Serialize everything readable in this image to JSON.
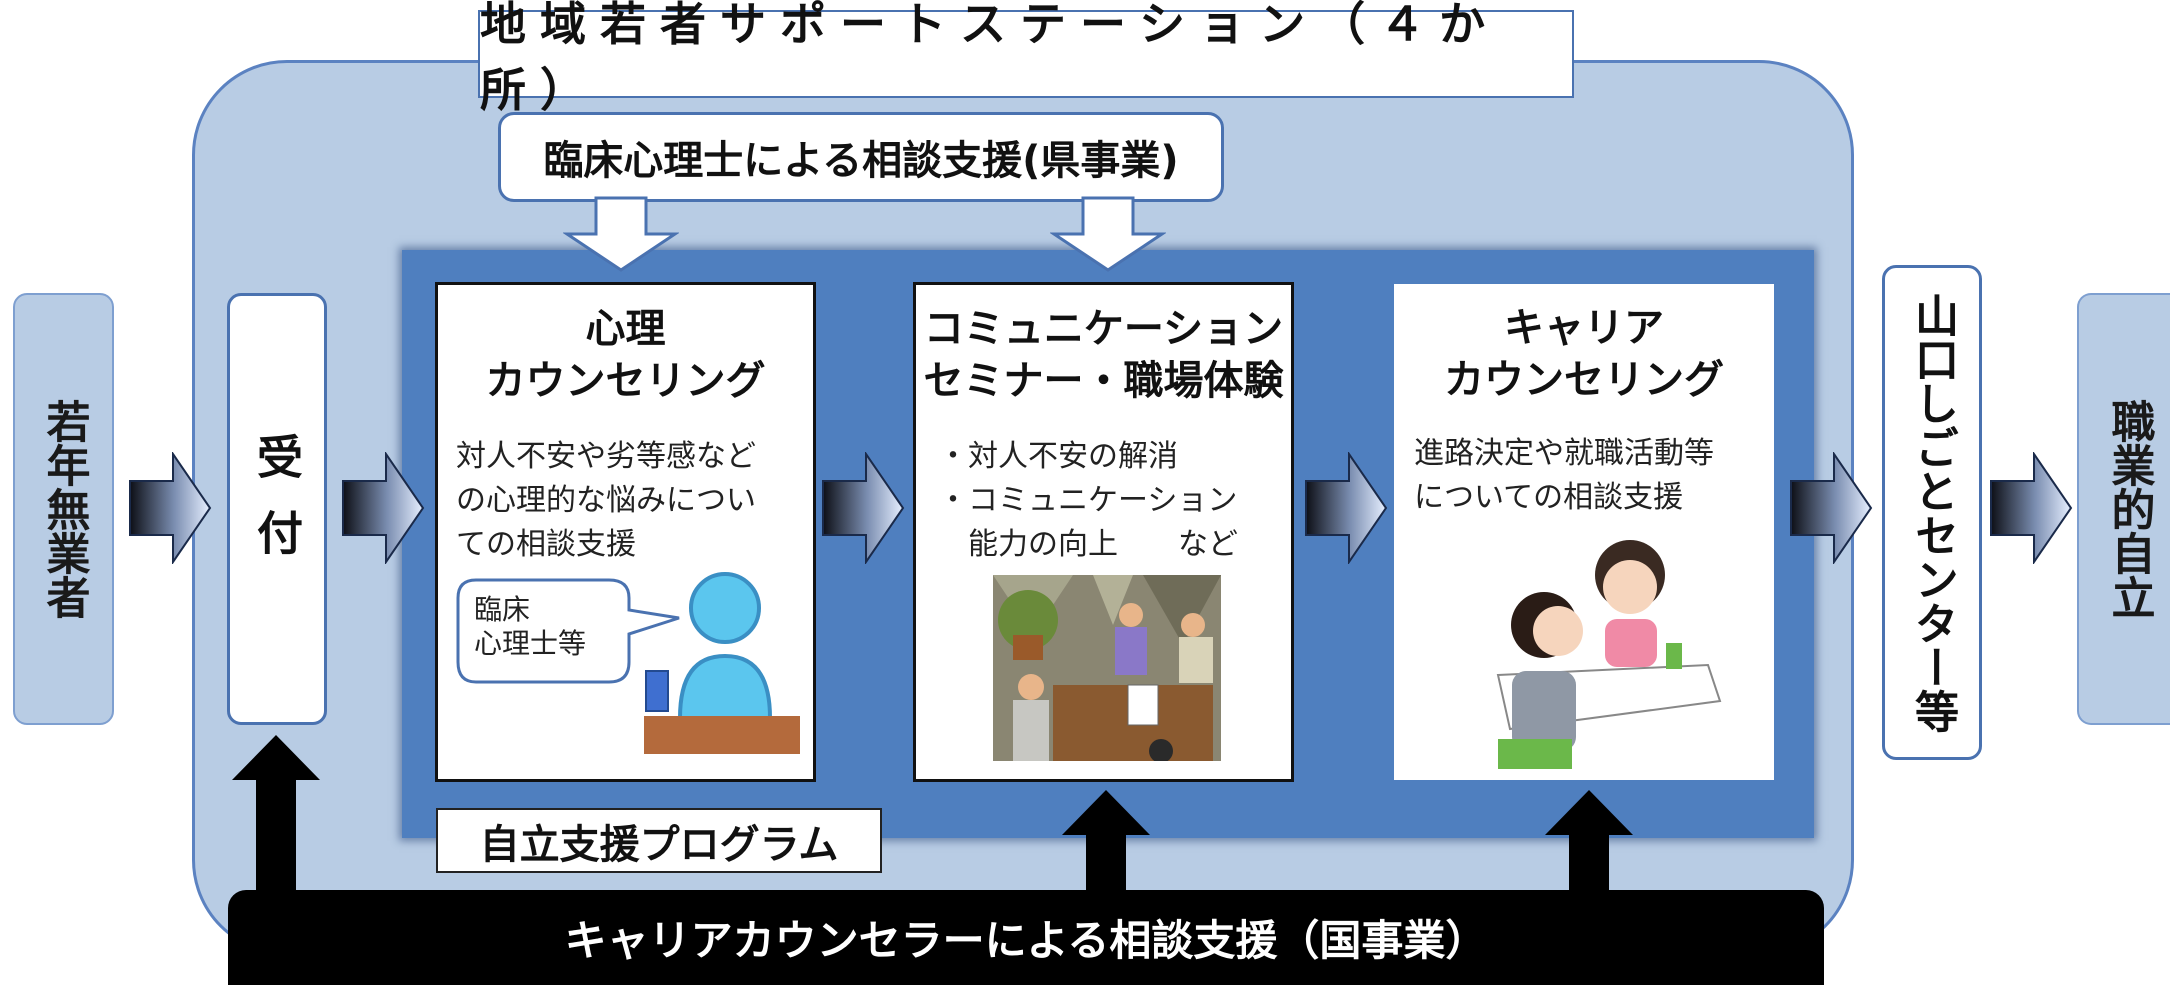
{
  "title": "地域若者サポートステーション（４か所）",
  "prefecture_support": "臨床心理士による相談支援(県事業)",
  "left_entity": "若年無業者",
  "reception": "受付",
  "cards": [
    {
      "title_lines": [
        "心理",
        "カウンセリング"
      ],
      "body_lines": [
        "対人不安や劣等感など",
        "の心理的な悩みについ",
        "ての相談支援"
      ],
      "bubble_lines": [
        "臨床",
        "心理士等"
      ]
    },
    {
      "title_lines": [
        "コミュニケーション",
        "セミナー・職場体験"
      ],
      "body_lines": [
        "・対人不安の解消",
        "・コミュニケーション",
        "　能力の向上　　など"
      ]
    },
    {
      "title_lines": [
        "キャリア",
        "カウンセリング"
      ],
      "body_lines": [
        "進路決定や就職活動等",
        "についての相談支援"
      ]
    }
  ],
  "program_label": "自立支援プログラム",
  "national_support": "キャリアカウンセラーによる相談支援（国事業）",
  "job_center": "山口しごとセンター等",
  "outcome": "職業的自立",
  "colors": {
    "outer_panel": "#b8cce4",
    "inner_panel": "#4f7fbf",
    "border_blue": "#4a72b0",
    "bottom_bar": "#000000"
  },
  "icons": [
    "arrow-right-gradient-icon",
    "arrow-down-outline-icon",
    "arrow-up-black-icon",
    "counselor-person-icon",
    "meeting-illustration",
    "consultation-illustration"
  ]
}
